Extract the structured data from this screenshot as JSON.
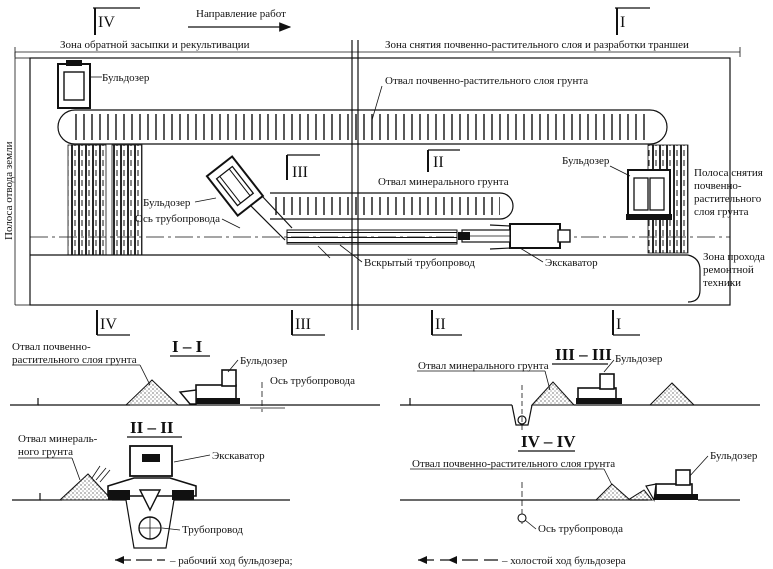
{
  "plan": {
    "direction_label": "Направление работ",
    "section_iv": "IV",
    "section_i": "I",
    "section_ii": "II",
    "section_iii": "III",
    "zone_backfill": "Зона обратной засыпки и рекультивации",
    "zone_stripping": "Зона снятия почвенно-растительного слоя и разработки траншеи",
    "right_of_way": "Полоса отвода земли",
    "bulldozer_1": "Бульдозер",
    "topsoil_dump": "Отвал почвенно-растительного слоя грунта",
    "bulldozer_2": "Бульдозер",
    "bulldozer_3": "Бульдозер",
    "mineral_dump": "Отвал минерального грунта",
    "pipeline_axis": "Ось трубопровода",
    "stripping_strip": [
      "Полоса снятия",
      "почвенно-",
      "растительного",
      "слоя грунта"
    ],
    "opened_pipeline": "Вскрытый трубопровод",
    "excavator": "Экскаватор",
    "repair_zone": [
      "Зона прохода",
      "ремонтной",
      "техники"
    ]
  },
  "bottom_markers": {
    "iv": "IV",
    "iii": "III",
    "ii": "II",
    "i": "I"
  },
  "section_I_I": {
    "title": "I – I",
    "topsoil_dump": [
      "Отвал почвенно-",
      "растительного слоя грунта"
    ],
    "bulldozer": "Бульдозер",
    "pipeline_axis": "Ось трубопровода"
  },
  "section_III_III": {
    "title": "III – III",
    "mineral_dump": "Отвал минерального грунта",
    "bulldozer": "Бульдозер"
  },
  "section_II_II": {
    "title": "II – II",
    "mineral_dump": [
      "Отвал минераль-",
      "ного грунта"
    ],
    "excavator": "Экскаватор",
    "pipeline": "Трубопровод"
  },
  "section_IV_IV": {
    "title": "IV – IV",
    "topsoil_dump": "Отвал почвенно-растительного слоя грунта",
    "bulldozer": "Бульдозер",
    "pipeline_axis": "Ось трубопровода"
  },
  "legend": {
    "working": "– рабочий ход бульдозера;",
    "idle": "– холостой ход бульдозера"
  }
}
